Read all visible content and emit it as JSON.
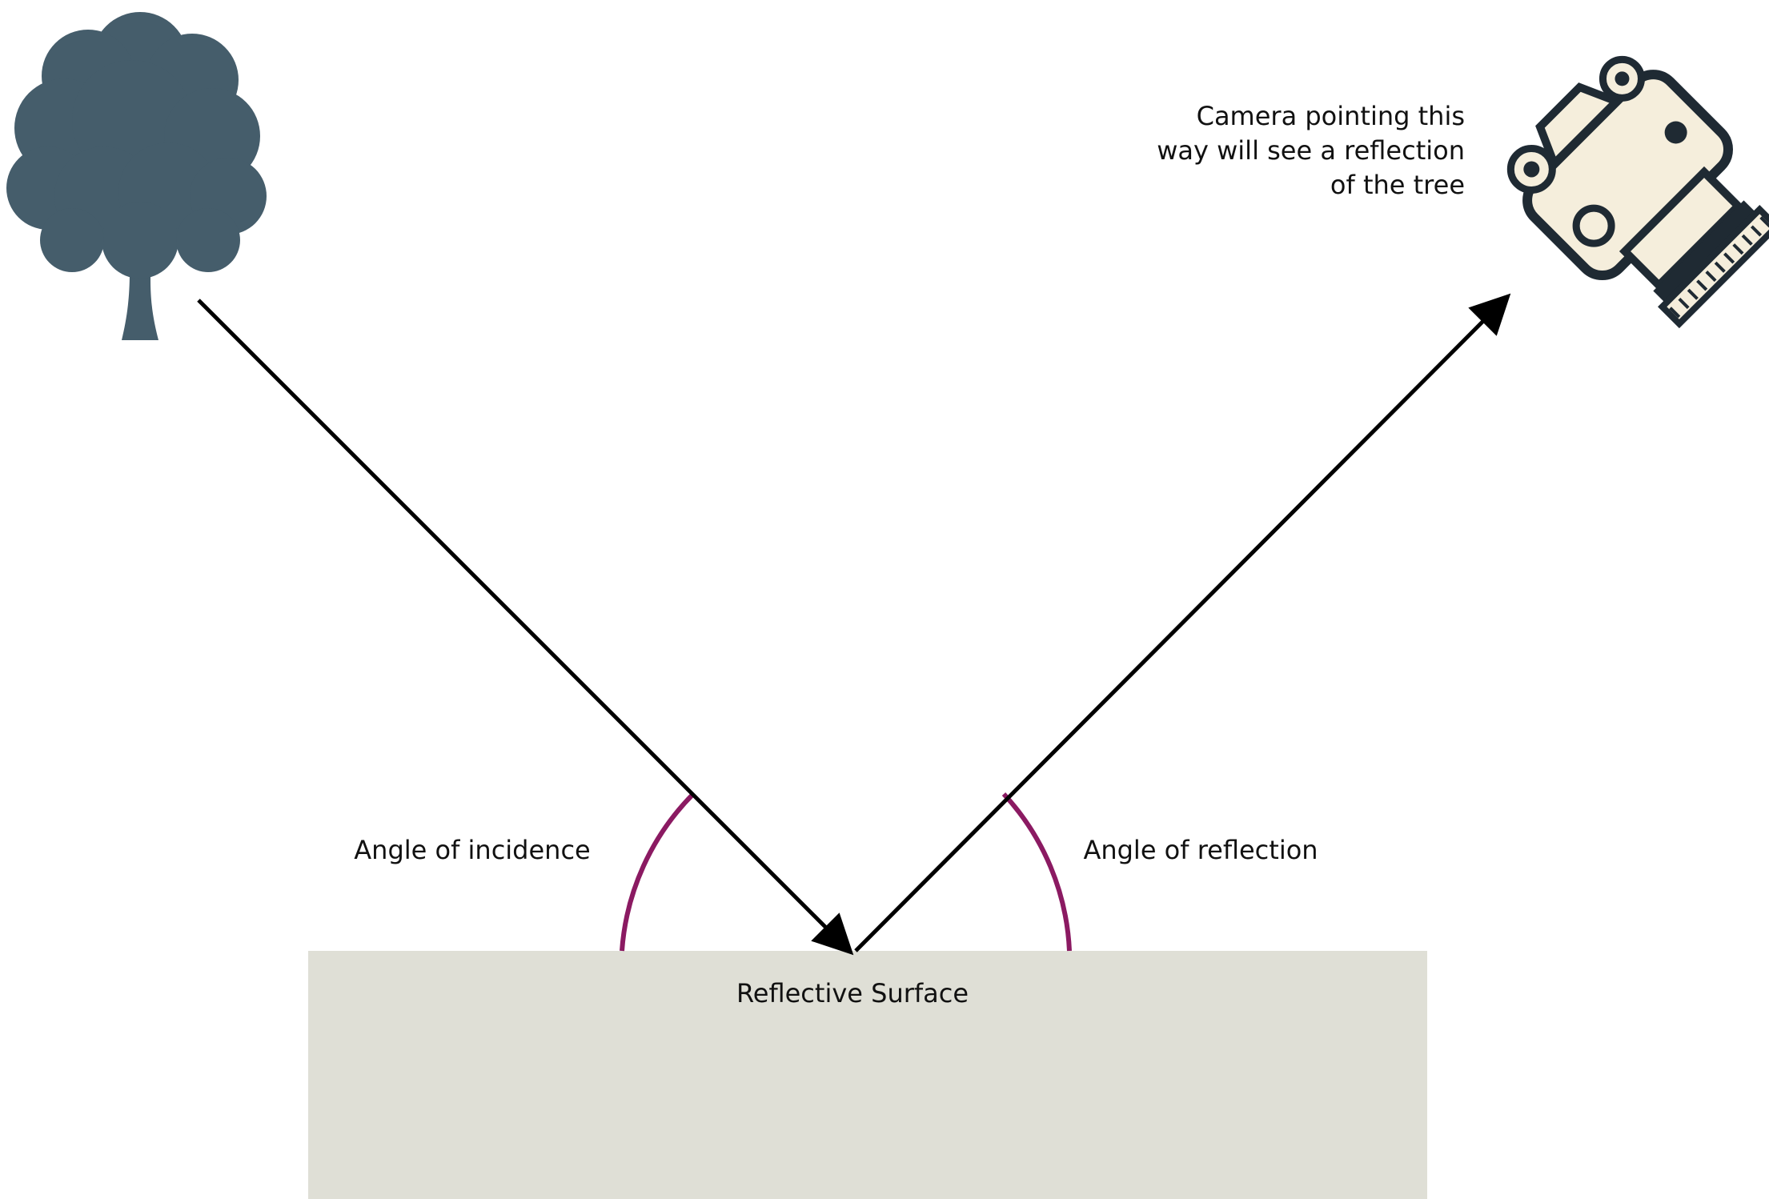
{
  "diagram": {
    "surface_label": "Reflective Surface",
    "incidence_label": "Angle of incidence",
    "reflection_label": "Angle of reflection",
    "camera_note": {
      "line1": "Camera pointing this",
      "line2": "way will see a reflection",
      "line3": "of the tree"
    }
  },
  "colors": {
    "tree": "#455d6b",
    "surface": "#dfdfd6",
    "ray": "#000000",
    "angle_arc": "#8b1a62",
    "camera_body": "#1f2a33",
    "camera_accent": "#f5eedc"
  },
  "icons": [
    "tree-icon",
    "camera-icon",
    "arrowhead-icon"
  ]
}
